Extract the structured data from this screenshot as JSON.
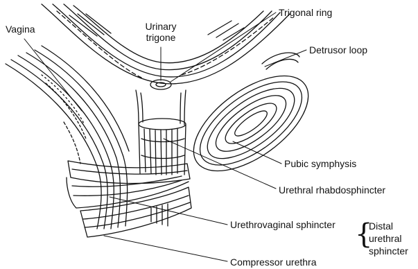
{
  "labels": {
    "vagina": "Vagina",
    "urinary_trigone_line1": "Urinary",
    "urinary_trigone_line2": "trigone",
    "trigonal_ring": "Trigonal ring",
    "detrusor_loop": "Detrusor loop",
    "pubic_symphysis": "Pubic symphysis",
    "urethral_rhabdosphincter": "Urethral rhabdosphincter",
    "urethrovaginal_sphincter": "Urethrovaginal sphincter",
    "compressor_urethra": "Compressor urethra",
    "distal_line1": "Distal",
    "distal_line2": "urethral",
    "distal_line3": "sphincter"
  },
  "brace_glyph": "{",
  "colors": {
    "ink": "#111111",
    "background": "#ffffff"
  }
}
